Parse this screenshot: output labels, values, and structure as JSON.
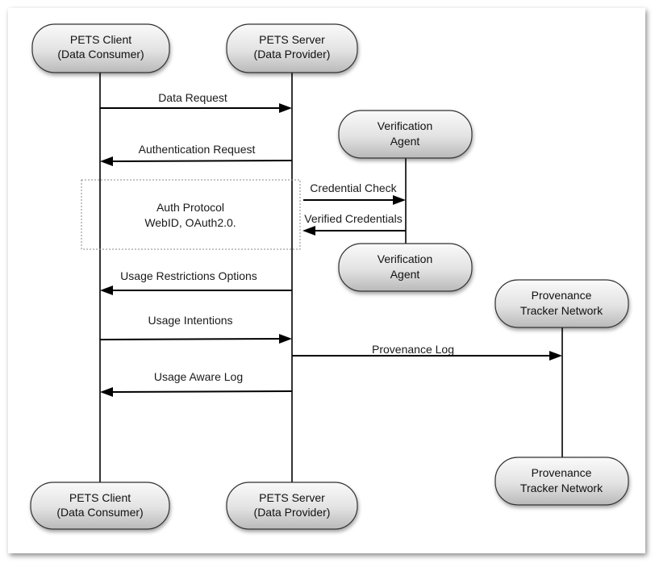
{
  "nodes": {
    "client_top": {
      "line1": "PETS Client",
      "line2": "(Data Consumer)"
    },
    "server_top": {
      "line1": "PETS Server",
      "line2": "(Data Provider)"
    },
    "verif_top": {
      "line1": "Verification",
      "line2": "Agent"
    },
    "verif_bottom": {
      "line1": "Verification",
      "line2": "Agent"
    },
    "prov_top": {
      "line1": "Provenance",
      "line2": "Tracker Network"
    },
    "prov_bottom": {
      "line1": "Provenance",
      "line2": "Tracker Network"
    },
    "client_bottom": {
      "line1": "PETS Client",
      "line2": "(Data Consumer)"
    },
    "server_bottom": {
      "line1": "PETS Server",
      "line2": "(Data Provider)"
    }
  },
  "messages": {
    "data_request": "Data Request",
    "auth_request": "Authentication Request",
    "credential_check": "Credential Check",
    "verified_credentials": "Verified Credentials",
    "usage_restrictions": "Usage Restrictions Options",
    "usage_intentions": "Usage Intentions",
    "provenance_log": "Provenance Log",
    "usage_aware_log": "Usage Aware Log"
  },
  "auth_box": {
    "line1": "Auth Protocol",
    "line2": "WebID, OAuth2.0."
  }
}
